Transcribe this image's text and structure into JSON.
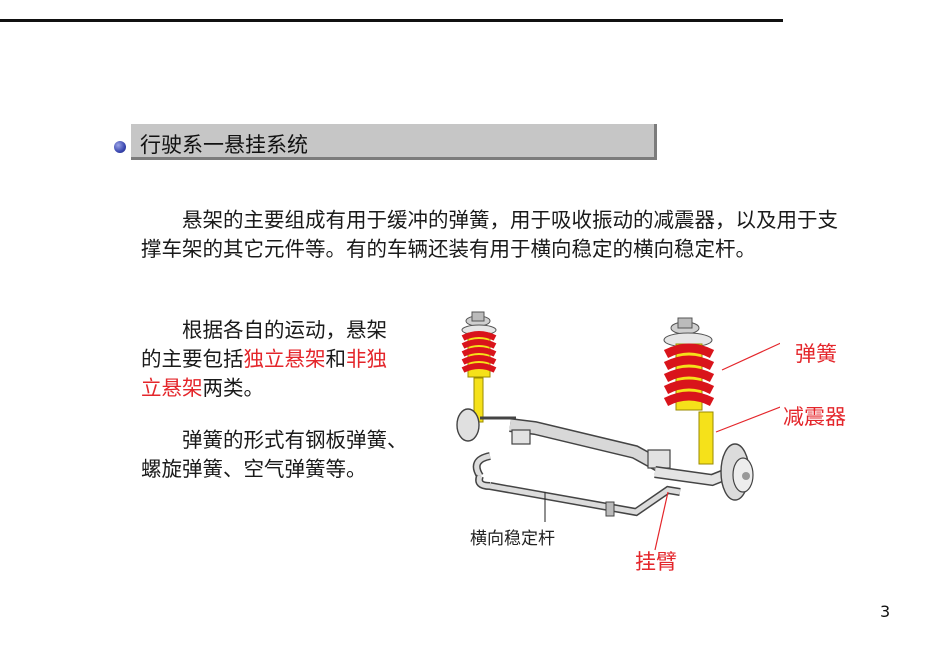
{
  "slide": {
    "title": "行驶系一悬挂系统",
    "paragraph1": "悬架的主要组成有用于缓冲的弹簧，用于吸收振动的减震器，以及用于支撑车架的其它元件等。有的车辆还装有用于横向稳定的横向稳定杆。",
    "paragraph2": {
      "lines": [
        "根据各自的运动，悬架",
        "的主要包括"
      ],
      "highlight1": "独立悬架",
      "connector": "和",
      "highlight2a": "非独",
      "highlight2b": "立悬架",
      "tail": "两类。"
    },
    "paragraph3": {
      "line1": "弹簧的形式有钢板弹簧、",
      "line2": "螺旋弹簧、空气弹簧等。"
    },
    "page_number": "3"
  },
  "figure": {
    "labels": {
      "spring": "弹簧",
      "damper": "减震器",
      "arm": "挂臂",
      "stabilizer": "横向稳定杆"
    }
  },
  "colors": {
    "highlight": "#e4262b",
    "title_bg": "#c6c6c6",
    "spring": "#d9141b",
    "strut": "#f5e11a"
  }
}
